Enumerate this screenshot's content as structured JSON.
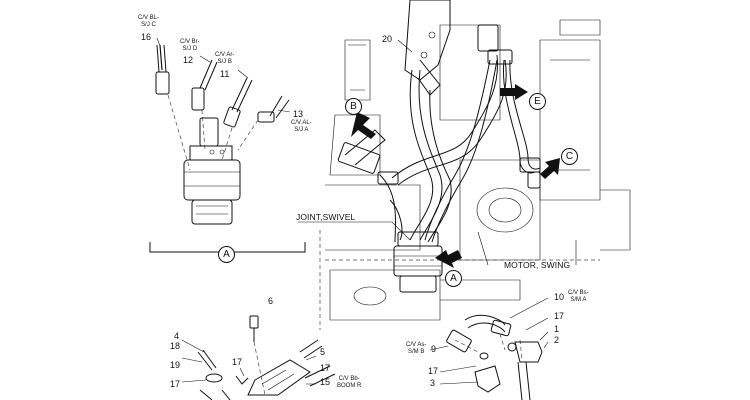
{
  "labels": {
    "n16": "16",
    "s16": "C/V BL-\nS/J C",
    "n12": "12",
    "s12": "C/V Br-\nS/J D",
    "n11": "11",
    "s11": "C/V Ar-\nS/J B",
    "n13": "13",
    "s13": "C/V AL-\nS/J A",
    "n20": "20",
    "joint": "JOINT,SWIVEL",
    "motor": "MOTOR, SWING",
    "n6": "6",
    "n4": "4",
    "n18": "18",
    "n19": "19",
    "n17a": "17",
    "n17b": "17",
    "n17c": "17",
    "n5": "5",
    "n15": "15",
    "s15": "C/V Bb-\nBOOM R",
    "n10": "10",
    "s10": "C/V Bs-\nS/M A",
    "n17d": "17",
    "n1": "1",
    "n2": "2",
    "n9": "9",
    "s9": "C/V As-\nS/M B",
    "n17e": "17",
    "n3": "3"
  },
  "callouts": {
    "A_detail": "A",
    "A_view": "A",
    "B": "B",
    "C": "C",
    "E": "E"
  }
}
